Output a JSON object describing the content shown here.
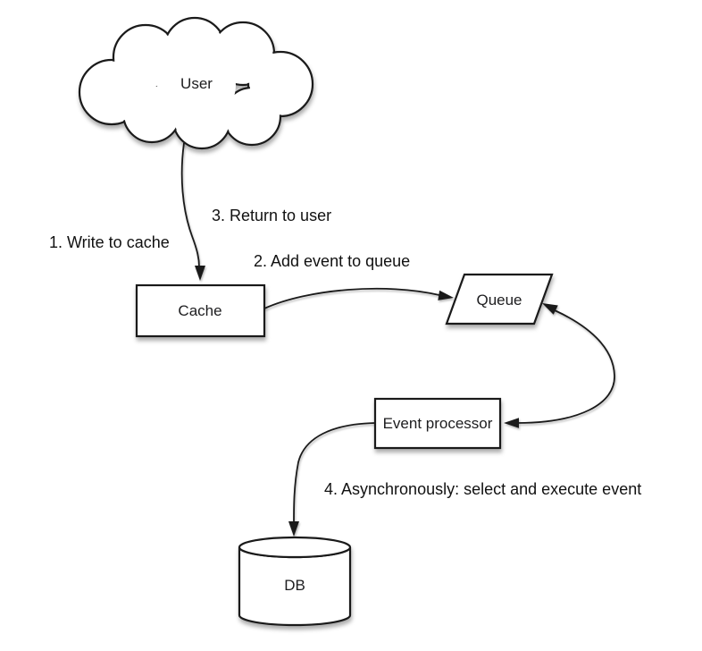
{
  "nodes": {
    "user": {
      "label": "User",
      "shape": "cloud"
    },
    "cache": {
      "label": "Cache",
      "shape": "rectangle"
    },
    "queue": {
      "label": "Queue",
      "shape": "parallelogram"
    },
    "event_processor": {
      "label": "Event processor",
      "shape": "rectangle"
    },
    "db": {
      "label": "DB",
      "shape": "cylinder"
    }
  },
  "edges": [
    {
      "id": "user-to-cache",
      "label": "1. Write to cache",
      "from": "user",
      "to": "cache"
    },
    {
      "id": "cache-to-queue",
      "label": "2. Add event to queue",
      "from": "cache",
      "to": "queue"
    },
    {
      "id": "return-to-user",
      "label": "3. Return to user",
      "from": "cache",
      "to": "user"
    },
    {
      "id": "event-processor-to-db",
      "label": "4. Asynchronously: select and execute event",
      "from": "event_processor",
      "to": "db"
    },
    {
      "id": "queue-event-processor",
      "label": "",
      "from": "queue",
      "to": "event_processor",
      "bidirectional": true
    }
  ],
  "colors": {
    "stroke": "#1a1a1a",
    "node_fill": "#ffffff",
    "text": "#1d1d1f",
    "background": "#ffffff"
  }
}
